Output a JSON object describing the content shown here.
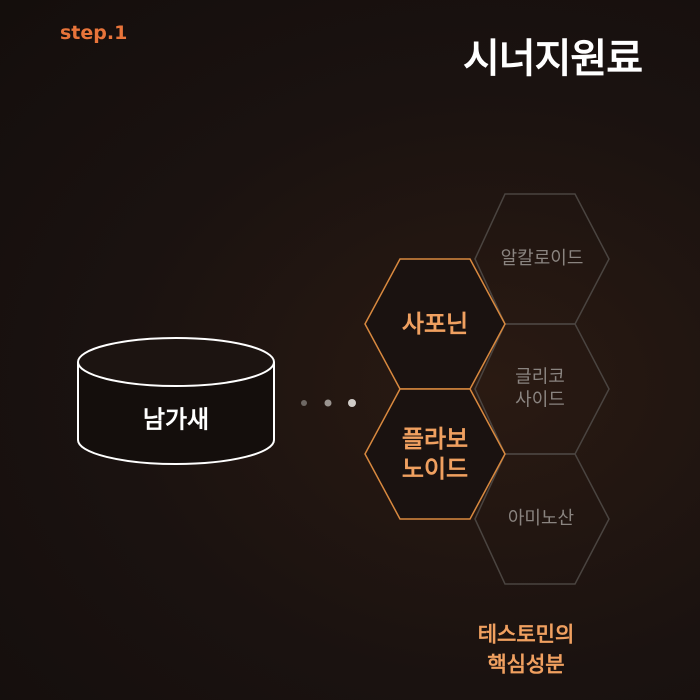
{
  "header": {
    "step_label": "step.1",
    "title": "시너지원료"
  },
  "source": {
    "label": "남가새"
  },
  "components": {
    "alkaloid": "알칼로이드",
    "saponin": "사포닌",
    "glycoside_line1": "글리코",
    "glycoside_line2": "사이드",
    "flavonoid_line1": "플라보",
    "flavonoid_line2": "노이드",
    "amino_acid": "아미노산"
  },
  "caption": {
    "line1": "테스토민의",
    "line2": "핵심성분"
  },
  "colors": {
    "accent": "#e8743a",
    "highlight_text": "#f0a060",
    "active_border": "#d9893f",
    "inactive_border": "#4a4440"
  }
}
